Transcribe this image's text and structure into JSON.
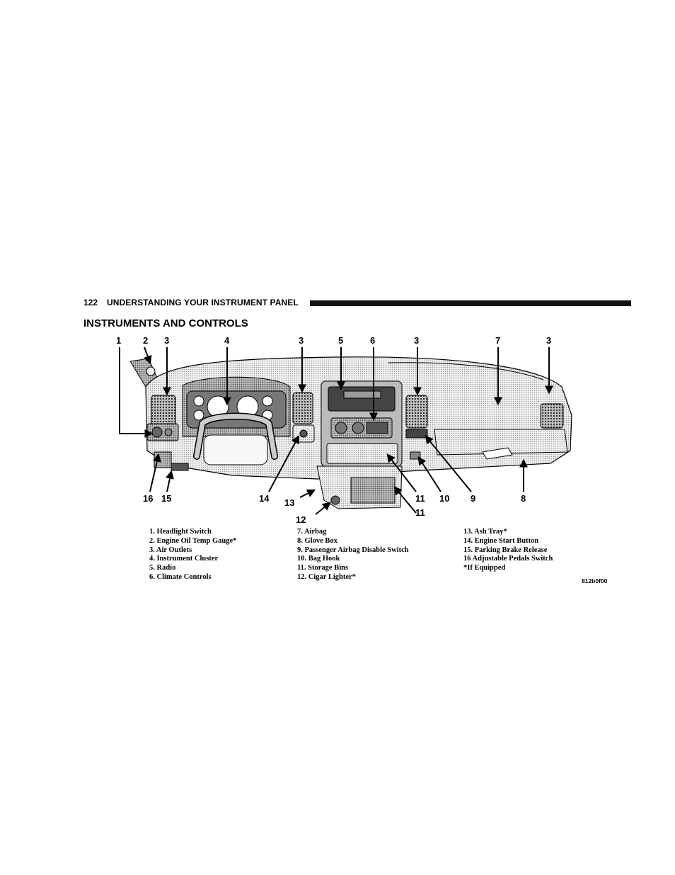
{
  "header": {
    "page_number": "122",
    "section_title": "UNDERSTANDING YOUR INSTRUMENT PANEL"
  },
  "heading": "INSTRUMENTS AND CONTROLS",
  "callouts_top": [
    "1",
    "2",
    "3",
    "4",
    "3",
    "5",
    "6",
    "3",
    "7",
    "3"
  ],
  "callouts_bottom": [
    "16",
    "15",
    "14",
    "13",
    "12",
    "11",
    "11",
    "10",
    "9",
    "8"
  ],
  "legend": {
    "col1": [
      "1. Headlight Switch",
      "2. Engine Oil Temp Gauge*",
      "3. Air Outlets",
      "4. Instrument Cluster",
      "5. Radio",
      "6. Climate Controls"
    ],
    "col2": [
      "7. Airbag",
      "8. Glove Box",
      "9. Passenger Airbag Disable Switch",
      "10. Bag Hook",
      "11. Storage Bins",
      "12. Cigar Lighter*"
    ],
    "col3": [
      "13. Ash Tray*",
      "14. Engine Start Button",
      "15. Parking Brake Release",
      "16 Adjustable Pedals Switch",
      "*If Equipped"
    ]
  },
  "figure_code": "812b0f00"
}
